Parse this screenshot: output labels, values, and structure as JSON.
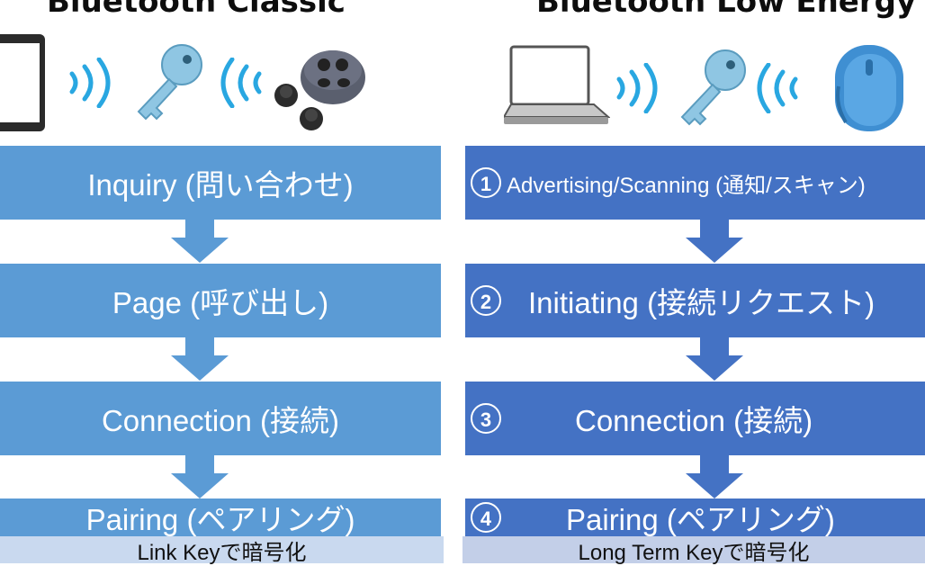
{
  "left": {
    "title": "Bluetooth Classic",
    "steps": [
      "Inquiry (問い合わせ)",
      "Page (呼び出し)",
      "Connection (接続)",
      "Pairing (ペアリング)"
    ],
    "caption": "Link Keyで暗号化"
  },
  "right": {
    "title": "Bluetooth Low Energy",
    "steps": [
      {
        "num": "1",
        "label": "Advertising/Scanning (通知/スキャン)"
      },
      {
        "num": "2",
        "label": "Initiating (接続リクエスト)"
      },
      {
        "num": "3",
        "label": "Connection (接続)"
      },
      {
        "num": "4",
        "label": "Pairing (ペアリング)"
      }
    ],
    "caption": "Long Term Keyで暗号化"
  },
  "colors": {
    "classic": "#5b9bd5",
    "le": "#4472c4",
    "caption_classic": "#c9d9ef",
    "caption_le": "#c3cfe8"
  },
  "icons": [
    "smartphone-icon",
    "key-icon",
    "earbuds-icon",
    "laptop-icon",
    "mouse-icon",
    "signal-waves-icon"
  ]
}
